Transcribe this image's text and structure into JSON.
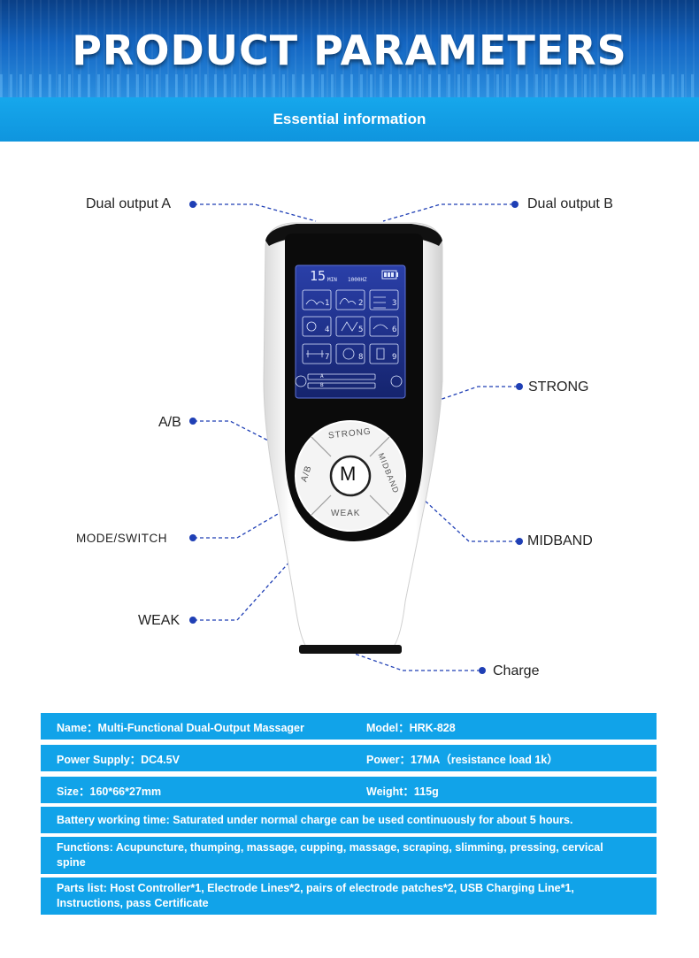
{
  "header": {
    "title": "PRODUCT PARAMETERS",
    "subtitle": "Essential information"
  },
  "device": {
    "lcd": {
      "timer": "15",
      "timer_unit": "MIN",
      "frequency": "1000HZ",
      "modes": [
        "1",
        "2",
        "3",
        "4",
        "5",
        "6",
        "7",
        "8",
        "9"
      ],
      "channel_a": "A",
      "channel_b": "B"
    },
    "buttons": {
      "center": "M",
      "top": "STRONG",
      "left": "A/B",
      "right": "MIDBAND",
      "bottom": "WEAK"
    },
    "callouts": {
      "output_a": "Dual output A",
      "output_b": "Dual output B",
      "strong": "STRONG",
      "ab": "A/B",
      "mode_switch": "MODE/SWITCH",
      "midband": "MIDBAND",
      "weak": "WEAK",
      "charge": "Charge"
    }
  },
  "specs": {
    "name": "Name：Multi-Functional Dual-Output Massager",
    "model": "Model：HRK-828",
    "power_supply": "Power Supply：DC4.5V",
    "power": "Power：17MA（resistance load 1k）",
    "size": "Size：160*66*27mm",
    "weight": "Weight：115g",
    "battery": "Battery working time: Saturated under normal charge can be used continuously for about 5 hours.",
    "functions": "Functions: Acupuncture, thumping, massage, cupping, massage, scraping, slimming, pressing, cervical spine",
    "parts": "Parts list: Host Controller*1, Electrode Lines*2, pairs of electrode patches*2, USB Charging Line*1, Instructions, pass Certificate"
  },
  "colors": {
    "accent": "#11a3e9",
    "header_dark": "#0a3f86",
    "callout_line": "#1f3fb5",
    "lcd_bg": "#1c2e8c"
  }
}
